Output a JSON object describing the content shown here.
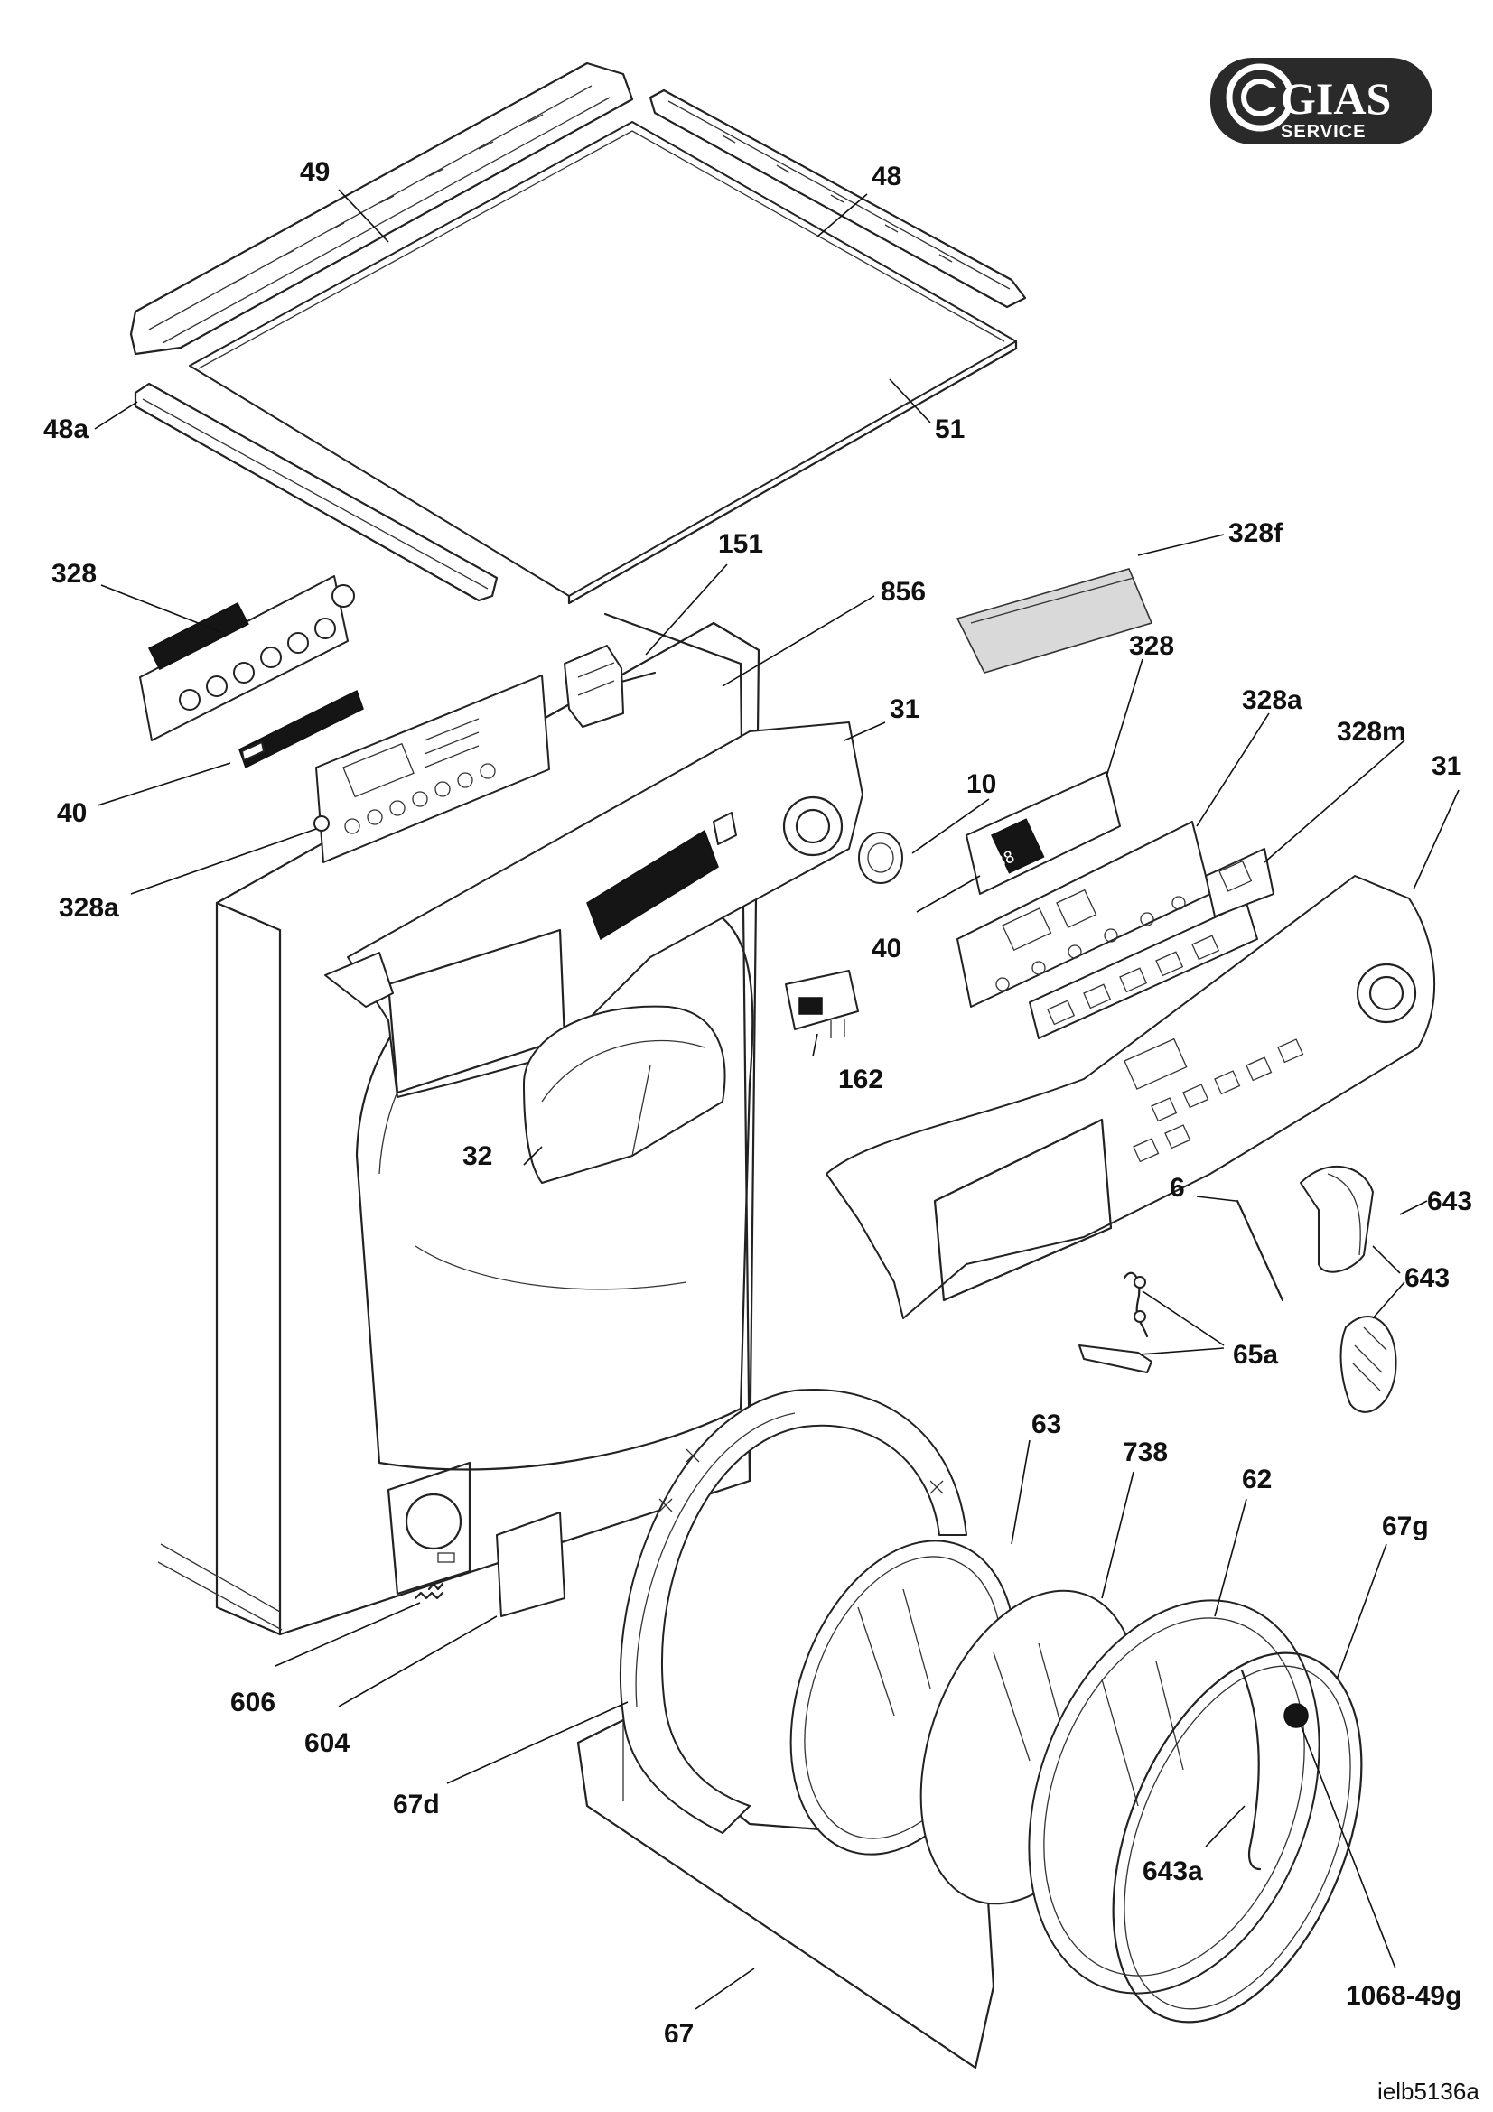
{
  "brand": {
    "name": "GIAS",
    "subtitle": "SERVICE",
    "colors": {
      "badge": "#2a2a2a",
      "text": "#ffffff",
      "ring": "#ffffff"
    }
  },
  "drawing_ref": "ielb5136a",
  "labels": {
    "p49": "49",
    "p48": "48",
    "p48a": "48a",
    "p51": "51",
    "p328_left": "328",
    "p151": "151",
    "p856": "856",
    "p328f": "328f",
    "p40_left": "40",
    "p328a_left": "328a",
    "p31_mid": "31",
    "p328_right": "328",
    "p328a_right": "328a",
    "p328m": "328m",
    "p31_right": "31",
    "p10": "10",
    "p40_right": "40",
    "p162": "162",
    "p32": "32",
    "p6": "6",
    "p643_top": "643",
    "p643_mid": "643",
    "p65a": "65a",
    "p63": "63",
    "p738": "738",
    "p62": "62",
    "p67g": "67g",
    "p606": "606",
    "p604": "604",
    "p67d": "67d",
    "p643a": "643a",
    "p1068_49g": "1068-49g",
    "p67": "67"
  }
}
